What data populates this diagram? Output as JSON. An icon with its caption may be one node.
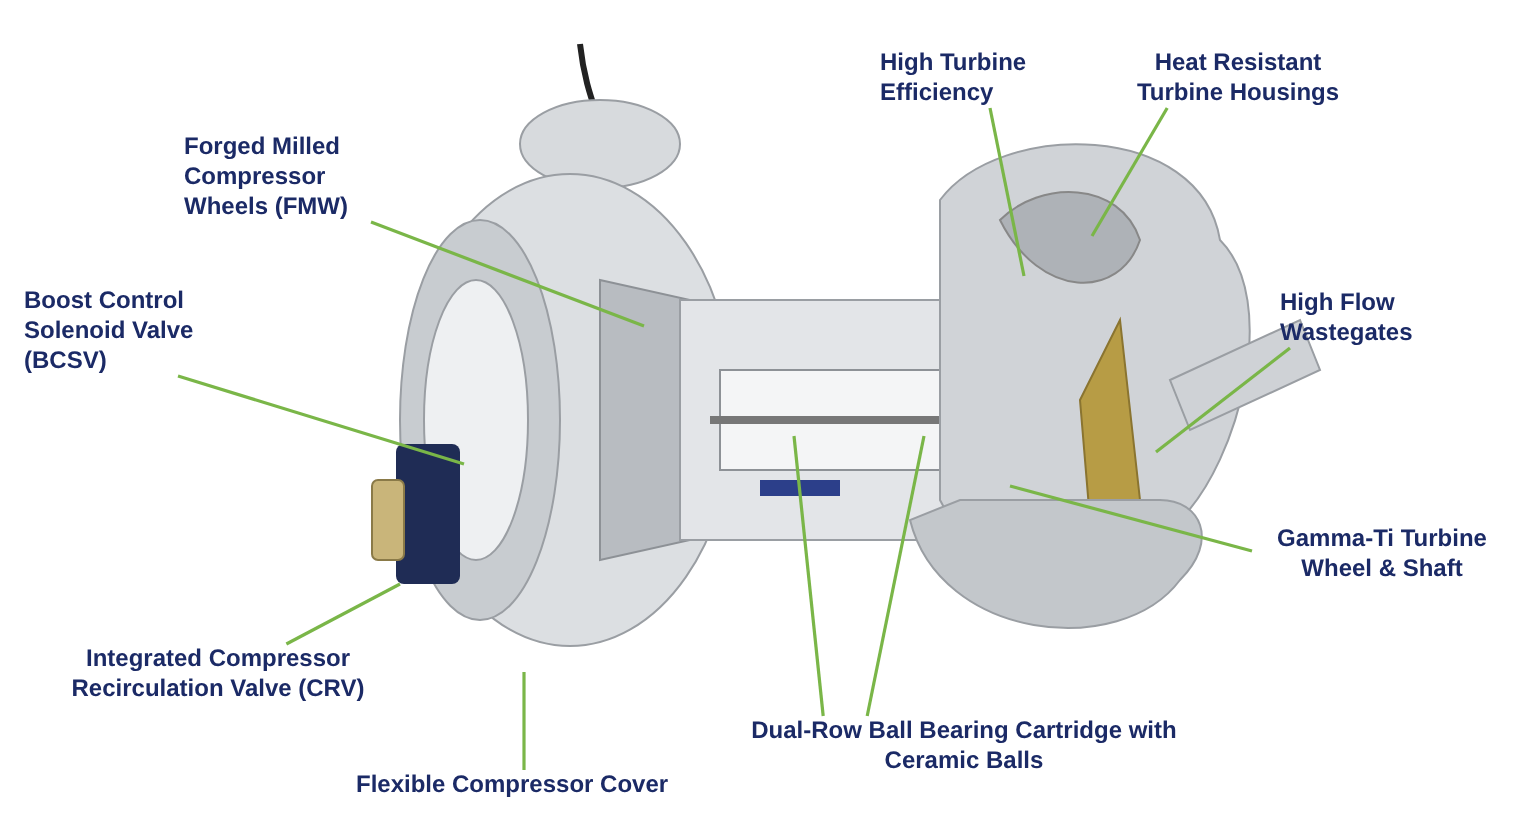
{
  "diagram": {
    "nodes": [
      {
        "text": [
          "Forged Milled Compressor Wheels (FMW)"
        ]
      },
      {
        "text": [
          "Boost Control Solenoid Valve (BCSV)"
        ]
      },
      {
        "text": [
          "Integrated Compressor Recirculation Valve (CRV)"
        ]
      },
      {
        "text": [
          "Flexible Compressor Cover"
        ]
      },
      {
        "text": [
          "Dual-Row Ball Bearing Cartridge with Ceramic Balls"
        ]
      },
      {
        "text": [
          "High Turbine Efficiency"
        ]
      },
      {
        "text": [
          "Heat Resistant Turbine Housings"
        ]
      },
      {
        "text": [
          "High Flow Wastegates"
        ]
      },
      {
        "text": [
          "Gamma-Ti Turbine Wheel & Shaft"
        ]
      }
    ],
    "edges": [
      {
        "from": 0,
        "to": null,
        "arrow": "none"
      },
      {
        "from": 1,
        "to": null,
        "arrow": "none"
      },
      {
        "from": 2,
        "to": null,
        "arrow": "none"
      },
      {
        "from": 3,
        "to": null,
        "arrow": "none"
      },
      {
        "from": 4,
        "to": null,
        "arrow": "none"
      },
      {
        "from": 4,
        "to": null,
        "arrow": "none"
      },
      {
        "from": 5,
        "to": null,
        "arrow": "none"
      },
      {
        "from": 6,
        "to": null,
        "arrow": "none"
      },
      {
        "from": 7,
        "to": null,
        "arrow": "none"
      },
      {
        "from": 8,
        "to": null,
        "arrow": "none"
      }
    ]
  }
}
